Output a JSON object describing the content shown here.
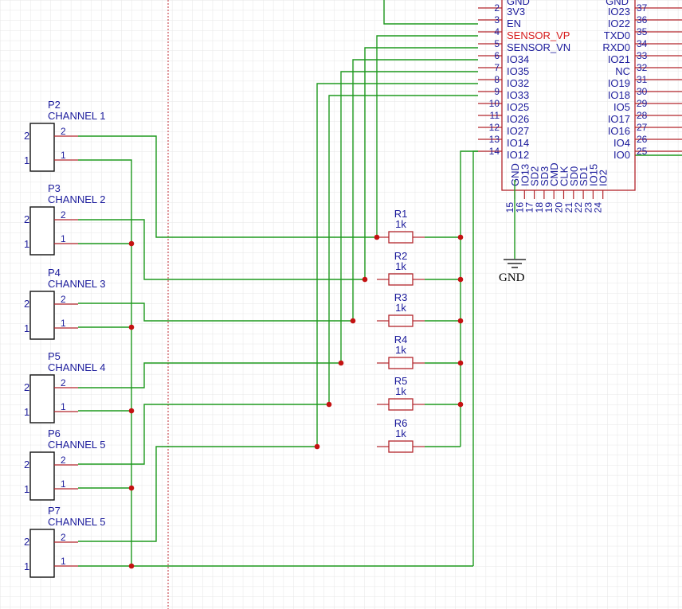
{
  "connectors": [
    {
      "ref": "P2",
      "name": "CHANNEL 1"
    },
    {
      "ref": "P3",
      "name": "CHANNEL 2"
    },
    {
      "ref": "P4",
      "name": "CHANNEL 3"
    },
    {
      "ref": "P5",
      "name": "CHANNEL 4"
    },
    {
      "ref": "P6",
      "name": "CHANNEL 5"
    },
    {
      "ref": "P7",
      "name": "CHANNEL 5"
    }
  ],
  "connector_pins": {
    "pin2": "2",
    "pin1": "1"
  },
  "resistors": [
    {
      "ref": "R1",
      "value": "1k"
    },
    {
      "ref": "R2",
      "value": "1k"
    },
    {
      "ref": "R3",
      "value": "1k"
    },
    {
      "ref": "R4",
      "value": "1k"
    },
    {
      "ref": "R5",
      "value": "1k"
    },
    {
      "ref": "R6",
      "value": "1k"
    }
  ],
  "mcu": {
    "left_pins": [
      {
        "num": "2",
        "name": "3V3"
      },
      {
        "num": "3",
        "name": "EN"
      },
      {
        "num": "4",
        "name": "SENSOR_VP"
      },
      {
        "num": "5",
        "name": "SENSOR_VN"
      },
      {
        "num": "6",
        "name": "IO34"
      },
      {
        "num": "7",
        "name": "IO35"
      },
      {
        "num": "8",
        "name": "IO32"
      },
      {
        "num": "9",
        "name": "IO33"
      },
      {
        "num": "10",
        "name": "IO25"
      },
      {
        "num": "11",
        "name": "IO26"
      },
      {
        "num": "12",
        "name": "IO27"
      },
      {
        "num": "13",
        "name": "IO14"
      },
      {
        "num": "14",
        "name": "IO12"
      }
    ],
    "right_pins": [
      {
        "num": "37",
        "name": "IO23"
      },
      {
        "num": "36",
        "name": "IO22"
      },
      {
        "num": "35",
        "name": "TXD0"
      },
      {
        "num": "34",
        "name": "RXD0"
      },
      {
        "num": "33",
        "name": "IO21"
      },
      {
        "num": "32",
        "name": "NC"
      },
      {
        "num": "31",
        "name": "IO19"
      },
      {
        "num": "30",
        "name": "IO18"
      },
      {
        "num": "29",
        "name": "IO5"
      },
      {
        "num": "28",
        "name": "IO17"
      },
      {
        "num": "27",
        "name": "IO16"
      },
      {
        "num": "26",
        "name": "IO4"
      },
      {
        "num": "25",
        "name": "IO0"
      }
    ],
    "bottom_pins": [
      {
        "num": "15",
        "name": "GND"
      },
      {
        "num": "16",
        "name": "IO13"
      },
      {
        "num": "17",
        "name": "SD2"
      },
      {
        "num": "18",
        "name": "SD3"
      },
      {
        "num": "19",
        "name": "CMD"
      },
      {
        "num": "20",
        "name": "CLK"
      },
      {
        "num": "21",
        "name": "SD0"
      },
      {
        "num": "22",
        "name": "SD1"
      },
      {
        "num": "23",
        "name": "IO15"
      },
      {
        "num": "24",
        "name": "IO2"
      }
    ],
    "top_left_partial": "GND",
    "top_right_partial": "GND"
  },
  "ground_symbol": {
    "label": "GND"
  },
  "colors": {
    "wire": "#1f9a1f",
    "part": "#b2242a",
    "text": "#1c1c9c",
    "junction": "#c41212",
    "highlight_pin": "#d61a1a",
    "grid": "#e6e6e6",
    "sheet_edge": "#c0303a"
  }
}
